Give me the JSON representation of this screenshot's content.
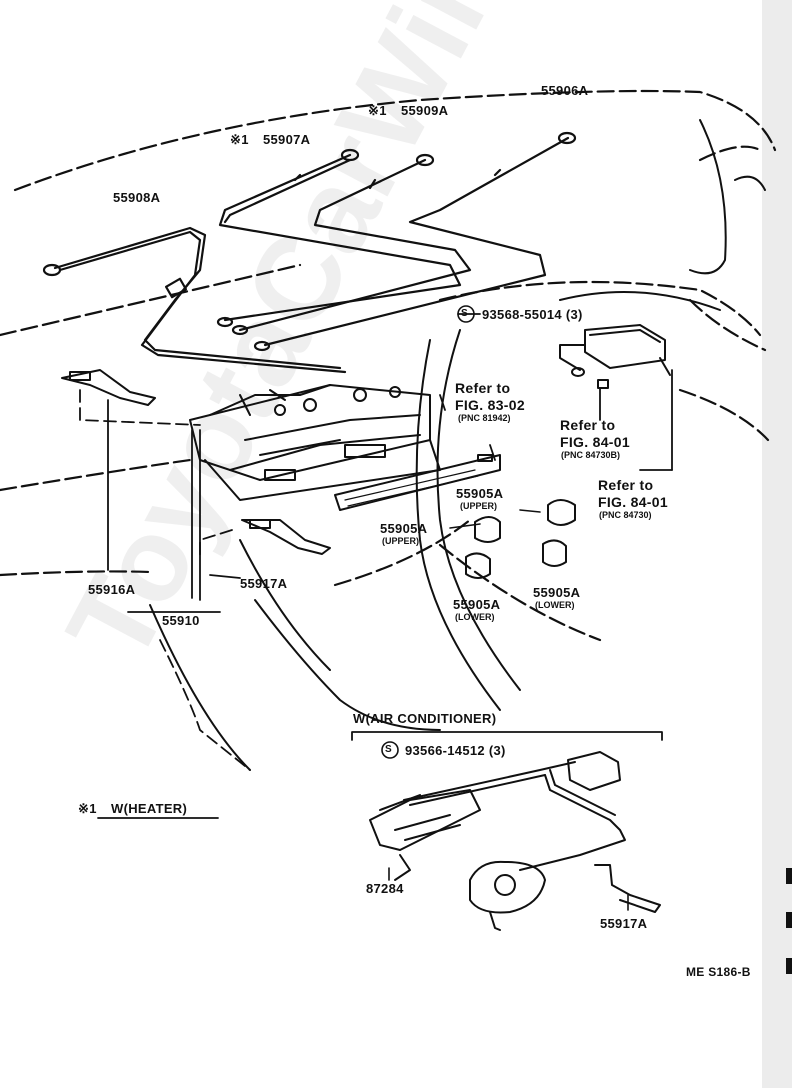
{
  "watermark": "ToyotaCarWire.ru",
  "parts": {
    "p55906A": "55906A",
    "p55909A": "55909A",
    "p55907A": "55907A",
    "p55908A": "55908A",
    "p55916A": "55916A",
    "p55917A_upper": "55917A",
    "p55910": "55910",
    "p55905A_1": "55905A",
    "p55905A_2": "55905A",
    "p55905A_3": "55905A",
    "p55905A_4": "55905A",
    "p87284": "87284",
    "p55917A_lower": "55917A"
  },
  "asterisk_mark": "※1",
  "screws": {
    "s1": "93568-55014 (3)",
    "s2": "93566-14512 (3)",
    "symbol": "S"
  },
  "refs": {
    "r1_line1": "Refer to",
    "r1_line2": "FIG. 83-02",
    "r1_pnc": "(PNC 81942)",
    "r2_line1": "Refer to",
    "r2_line2": "FIG. 84-01",
    "r2_pnc": "(PNC 84730B)",
    "r3_line1": "Refer to",
    "r3_line2": "FIG. 84-01",
    "r3_pnc": "(PNC 84730)"
  },
  "positions": {
    "upper": "(UPPER)",
    "lower": "(LOWER)"
  },
  "sections": {
    "ac": "W(AIR  CONDITIONER)",
    "heater": "W(HEATER)"
  },
  "code": "ME S186-B"
}
